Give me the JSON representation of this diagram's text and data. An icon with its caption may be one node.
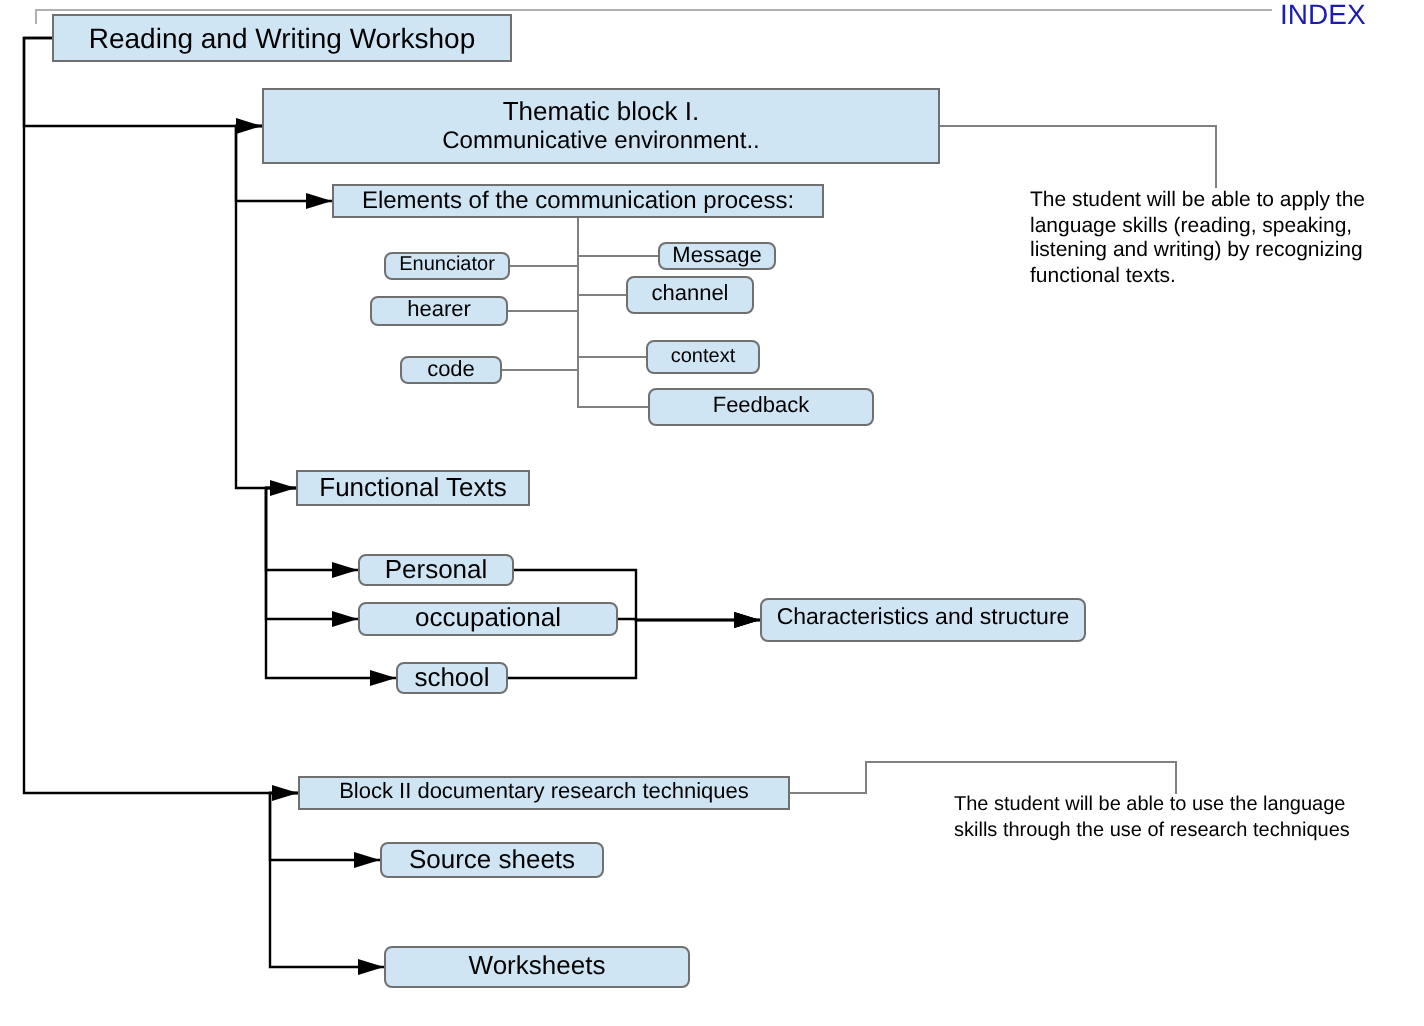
{
  "diagram": {
    "nodes": [
      {
        "text": [
          "Reading and Writing Workshop"
        ]
      },
      {
        "text": [
          "Thematic block I.",
          "Communicative environment.."
        ]
      },
      {
        "text": [
          "Elements of the communication process:"
        ]
      },
      {
        "text": [
          "Enunciator"
        ]
      },
      {
        "text": [
          "Message"
        ]
      },
      {
        "text": [
          "hearer"
        ]
      },
      {
        "text": [
          "channel"
        ]
      },
      {
        "text": [
          "code"
        ]
      },
      {
        "text": [
          "context"
        ]
      },
      {
        "text": [
          "Feedback"
        ]
      },
      {
        "text": [
          "Functional Texts"
        ]
      },
      {
        "text": [
          "Personal"
        ]
      },
      {
        "text": [
          "occupational"
        ]
      },
      {
        "text": [
          "school"
        ]
      },
      {
        "text": [
          "Characteristics and structure"
        ]
      },
      {
        "text": [
          "Block II documentary research techniques"
        ]
      },
      {
        "text": [
          "Source sheets"
        ]
      },
      {
        "text": [
          "Worksheets"
        ]
      },
      {
        "text": [
          "The student will be able to apply the language skills (reading, speaking, listening and writing) by recognizing functional texts."
        ]
      },
      {
        "text": [
          "The student will be able to use the language skills through the use of research techniques"
        ]
      }
    ],
    "edges": [
      {
        "from": 0,
        "to": 1,
        "arrow": "to"
      },
      {
        "from": 1,
        "to": 2,
        "arrow": "to"
      },
      {
        "from": 2,
        "to": 3,
        "arrow": "none",
        "color": "#808080"
      },
      {
        "from": 2,
        "to": 4,
        "arrow": "none",
        "color": "#808080"
      },
      {
        "from": 2,
        "to": 5,
        "arrow": "none",
        "color": "#808080"
      },
      {
        "from": 2,
        "to": 6,
        "arrow": "none",
        "color": "#808080"
      },
      {
        "from": 2,
        "to": 7,
        "arrow": "none",
        "color": "#808080"
      },
      {
        "from": 2,
        "to": 8,
        "arrow": "none",
        "color": "#808080"
      },
      {
        "from": 2,
        "to": 9,
        "arrow": "none",
        "color": "#808080"
      },
      {
        "from": 1,
        "to": 18,
        "arrow": "none",
        "color": "#808080"
      },
      {
        "from": 1,
        "to": 10,
        "arrow": "to"
      },
      {
        "from": 10,
        "to": 11,
        "arrow": "to"
      },
      {
        "from": 10,
        "to": 12,
        "arrow": "to"
      },
      {
        "from": 10,
        "to": 13,
        "arrow": "to"
      },
      {
        "from": 11,
        "to": 14,
        "arrow": "to"
      },
      {
        "from": 12,
        "to": 14,
        "arrow": "to"
      },
      {
        "from": 13,
        "to": 14,
        "arrow": "to"
      },
      {
        "from": 0,
        "to": 15,
        "arrow": "to"
      },
      {
        "from": 15,
        "to": 16,
        "arrow": "to"
      },
      {
        "from": 15,
        "to": 17,
        "arrow": "to"
      },
      {
        "from": 15,
        "to": 19,
        "arrow": "none",
        "color": "#808080"
      }
    ],
    "labels": [
      "INDEX"
    ]
  }
}
